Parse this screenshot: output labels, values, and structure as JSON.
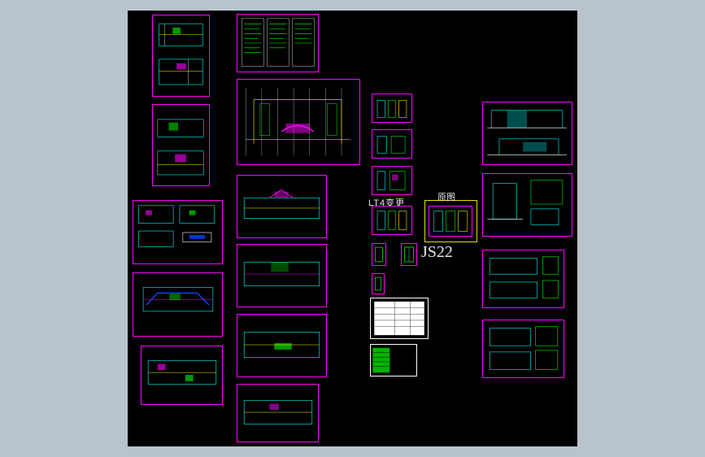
{
  "viewport": {
    "background": "#b9c3cc",
    "drawing_background": "#000000"
  },
  "colors": {
    "sheet_border": "#ff00ff",
    "highlight_frame": "#e0e000",
    "plan_lines": "#00ffff",
    "plan_green": "#00ff00",
    "plan_magenta": "#ff00ff",
    "plan_yellow": "#ffff00",
    "plan_white": "#ffffff"
  },
  "annotations": {
    "lt4_label": "LT4变更",
    "original_label": "原图",
    "js_label": "JS22"
  }
}
